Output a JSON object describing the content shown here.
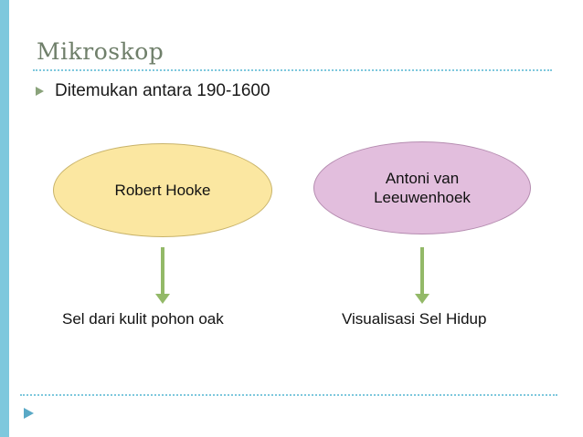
{
  "slide": {
    "title": "Mikroskop",
    "bullet": {
      "marker": "triangle-bullet-icon",
      "text": "Ditemukan antara 190-1600"
    },
    "shapes": [
      {
        "name": "robert-hooke",
        "label": "Robert Hooke",
        "fill": "#fbe7a1",
        "stroke": "#c8b36a"
      },
      {
        "name": "antoni-van-leeuwenhoek",
        "label": "Antoni van\nLeeuwenhoek",
        "label_line1": "Antoni van",
        "label_line2": "Leeuwenhoek",
        "fill": "#e2bedd",
        "stroke": "#b58cb0"
      }
    ],
    "arrows": [
      {
        "name": "arrow-hooke",
        "color": "#93b968"
      },
      {
        "name": "arrow-leeuwenhoek",
        "color": "#93b968"
      }
    ],
    "captions": [
      {
        "name": "caption-hooke",
        "text": "Sel dari kulit pohon oak"
      },
      {
        "name": "caption-leeuwenhoek",
        "text": "Visualisasi Sel Hidup"
      }
    ],
    "decor": {
      "accent_color": "#7ec8dd",
      "title_color": "#6f7f6a",
      "footer_marker": "triangle-marker-icon"
    }
  }
}
